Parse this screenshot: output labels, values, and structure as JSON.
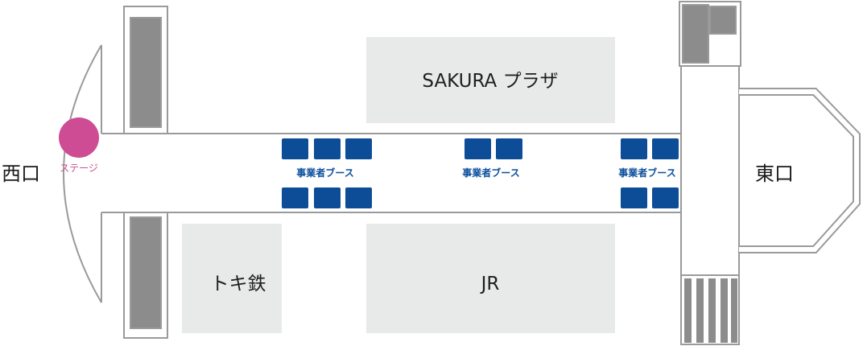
{
  "exits": {
    "west": "西口",
    "east": "東口"
  },
  "stage": {
    "label": "ステージ",
    "color": "#cd4c94"
  },
  "areas": {
    "sakura_plaza": "SAKURA プラザ",
    "jr": "JR",
    "toki_tetsu": "トキ鉄"
  },
  "booths": {
    "label": "事業者ブース",
    "color": "#0d4d97",
    "groups": [
      {
        "label": "事業者ブース",
        "top_count": 3,
        "bottom_count": 3
      },
      {
        "label": "事業者ブース",
        "top_count": 2,
        "bottom_count": 0
      },
      {
        "label": "事業者ブース",
        "top_count": 2,
        "bottom_count": 2
      }
    ]
  },
  "colors": {
    "outline": "#9a9a9a",
    "stairs": "#8c8c8c",
    "area_fill": "#e8e9e9"
  }
}
